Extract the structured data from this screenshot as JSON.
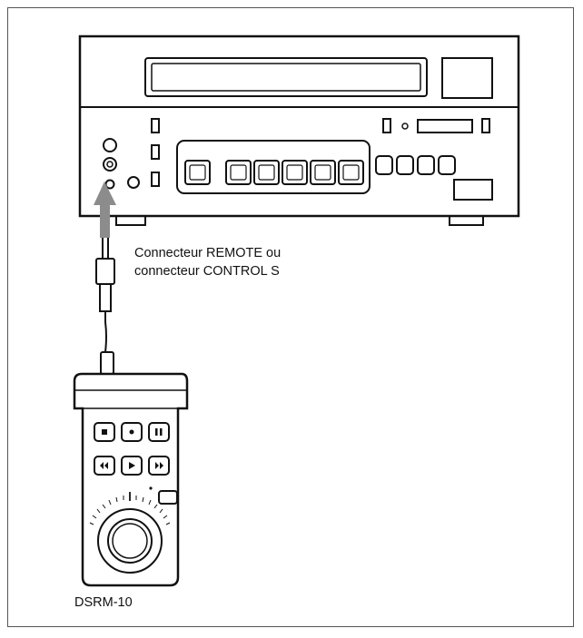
{
  "labels": {
    "connector_line1": "Connecteur REMOTE ou",
    "connector_line2": "connecteur CONTROL S",
    "remote_model": "DSRM-10"
  },
  "icons": {
    "stop": "stop-icon",
    "record": "record-icon",
    "pause": "pause-icon",
    "rewind": "rewind-icon",
    "play": "play-icon",
    "fast_forward": "fast-forward-icon"
  },
  "colors": {
    "line": "#111111",
    "arrow": "#8c8c8c",
    "frame": "#555555"
  }
}
